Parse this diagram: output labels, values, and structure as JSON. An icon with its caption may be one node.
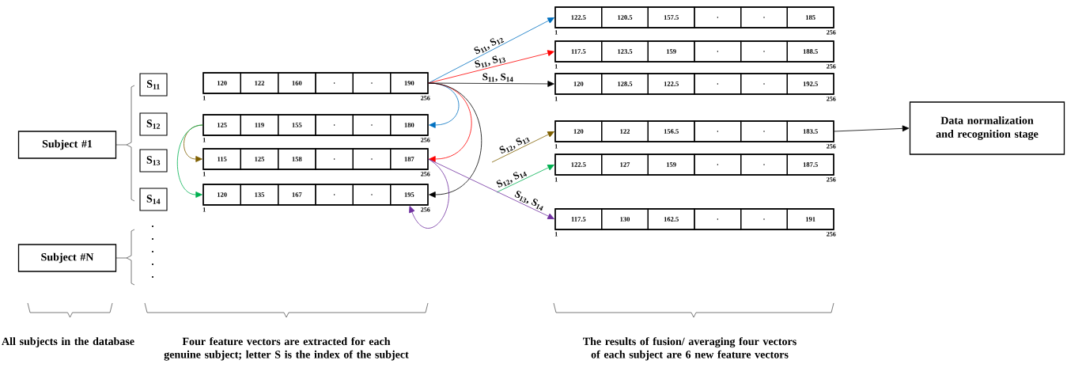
{
  "diagram": {
    "nodes": [
      {
        "text": [
          "Subject #1"
        ]
      },
      {
        "text": [
          "Subject #N"
        ]
      },
      {
        "text": [
          "S$_{11}$"
        ]
      },
      {
        "text": [
          "S$_{12}$"
        ]
      },
      {
        "text": [
          "S$_{13}$"
        ]
      },
      {
        "text": [
          "S$_{14}$"
        ]
      },
      {
        "text": [
          "120",
          "122",
          "160",
          ".",
          ".",
          "190"
        ],
        "beside": [
          "1",
          "256"
        ]
      },
      {
        "text": [
          "125",
          "119",
          "155",
          ".",
          ".",
          "180"
        ],
        "beside": [
          "1",
          "256"
        ]
      },
      {
        "text": [
          "115",
          "125",
          "158",
          ".",
          ".",
          "187"
        ],
        "beside": [
          "1",
          "256"
        ]
      },
      {
        "text": [
          "120",
          "135",
          "167",
          ".",
          ".",
          "195"
        ],
        "beside": [
          "1",
          "256"
        ]
      },
      {
        "text": [
          "122.5",
          "120.5",
          "157.5",
          ".",
          ".",
          "185"
        ],
        "beside": [
          "1",
          "256"
        ]
      },
      {
        "text": [
          "117.5",
          "123.5",
          "159",
          ".",
          ".",
          "188.5"
        ],
        "beside": [
          "1",
          "256"
        ]
      },
      {
        "text": [
          "120",
          "128.5",
          "122.5",
          ".",
          ".",
          "192.5"
        ],
        "beside": [
          "1",
          "256"
        ]
      },
      {
        "text": [
          "120",
          "122",
          "156.5",
          ".",
          ".",
          "183.5"
        ],
        "beside": [
          "1",
          "256"
        ]
      },
      {
        "text": [
          "122.5",
          "127",
          "159",
          ".",
          ".",
          "187.5"
        ],
        "beside": [
          "1",
          "256"
        ]
      },
      {
        "text": [
          "117.5",
          "130",
          "162.5",
          ".",
          ".",
          "191"
        ],
        "beside": [
          "1",
          "256"
        ]
      },
      {
        "text": [
          "Data normalization and recognition stage"
        ]
      }
    ],
    "edges": [
      {
        "from": 6,
        "to": 7,
        "arrow": "to",
        "color": "#0070c0"
      },
      {
        "from": 6,
        "to": 10,
        "arrow": "to",
        "label": "S$_{11}$, S$_{12}$",
        "color": "#0070c0"
      },
      {
        "from": 6,
        "to": 8,
        "arrow": "to",
        "color": "#ff0000"
      },
      {
        "from": 6,
        "to": 11,
        "arrow": "to",
        "label": "S$_{11}$, S$_{13}$",
        "color": "#ff0000"
      },
      {
        "from": 6,
        "to": 9,
        "arrow": "to"
      },
      {
        "from": 6,
        "to": 12,
        "arrow": "to",
        "label": "S$_{11}$, S$_{14}$"
      },
      {
        "from": 7,
        "to": 8,
        "arrow": "to",
        "color": "#7f6000"
      },
      {
        "from": null,
        "to": 13,
        "arrow": "to",
        "label": "S$_{12}$, S$_{13}$",
        "color": "#7f6000"
      },
      {
        "from": 7,
        "to": 9,
        "arrow": "to",
        "color": "#00b050"
      },
      {
        "from": null,
        "to": 14,
        "arrow": "to",
        "label": "S$_{12}$, S$_{14}$",
        "color": "#00b050"
      },
      {
        "from": 8,
        "to": 9,
        "arrow": "to",
        "color": "#7030a0"
      },
      {
        "from": 8,
        "to": 15,
        "arrow": "to",
        "label": "S$_{13}$, S$_{14}$",
        "color": "#7030a0"
      },
      {
        "from": 13,
        "to": 16,
        "arrow": "to"
      }
    ],
    "labels": [
      "All subjects in the database",
      "Four feature vectors are extracted for each genuine subject; letter S is the index of the subject",
      "The results of fusion/ averaging four vectors of each subject are 6 new feature vectors"
    ]
  }
}
